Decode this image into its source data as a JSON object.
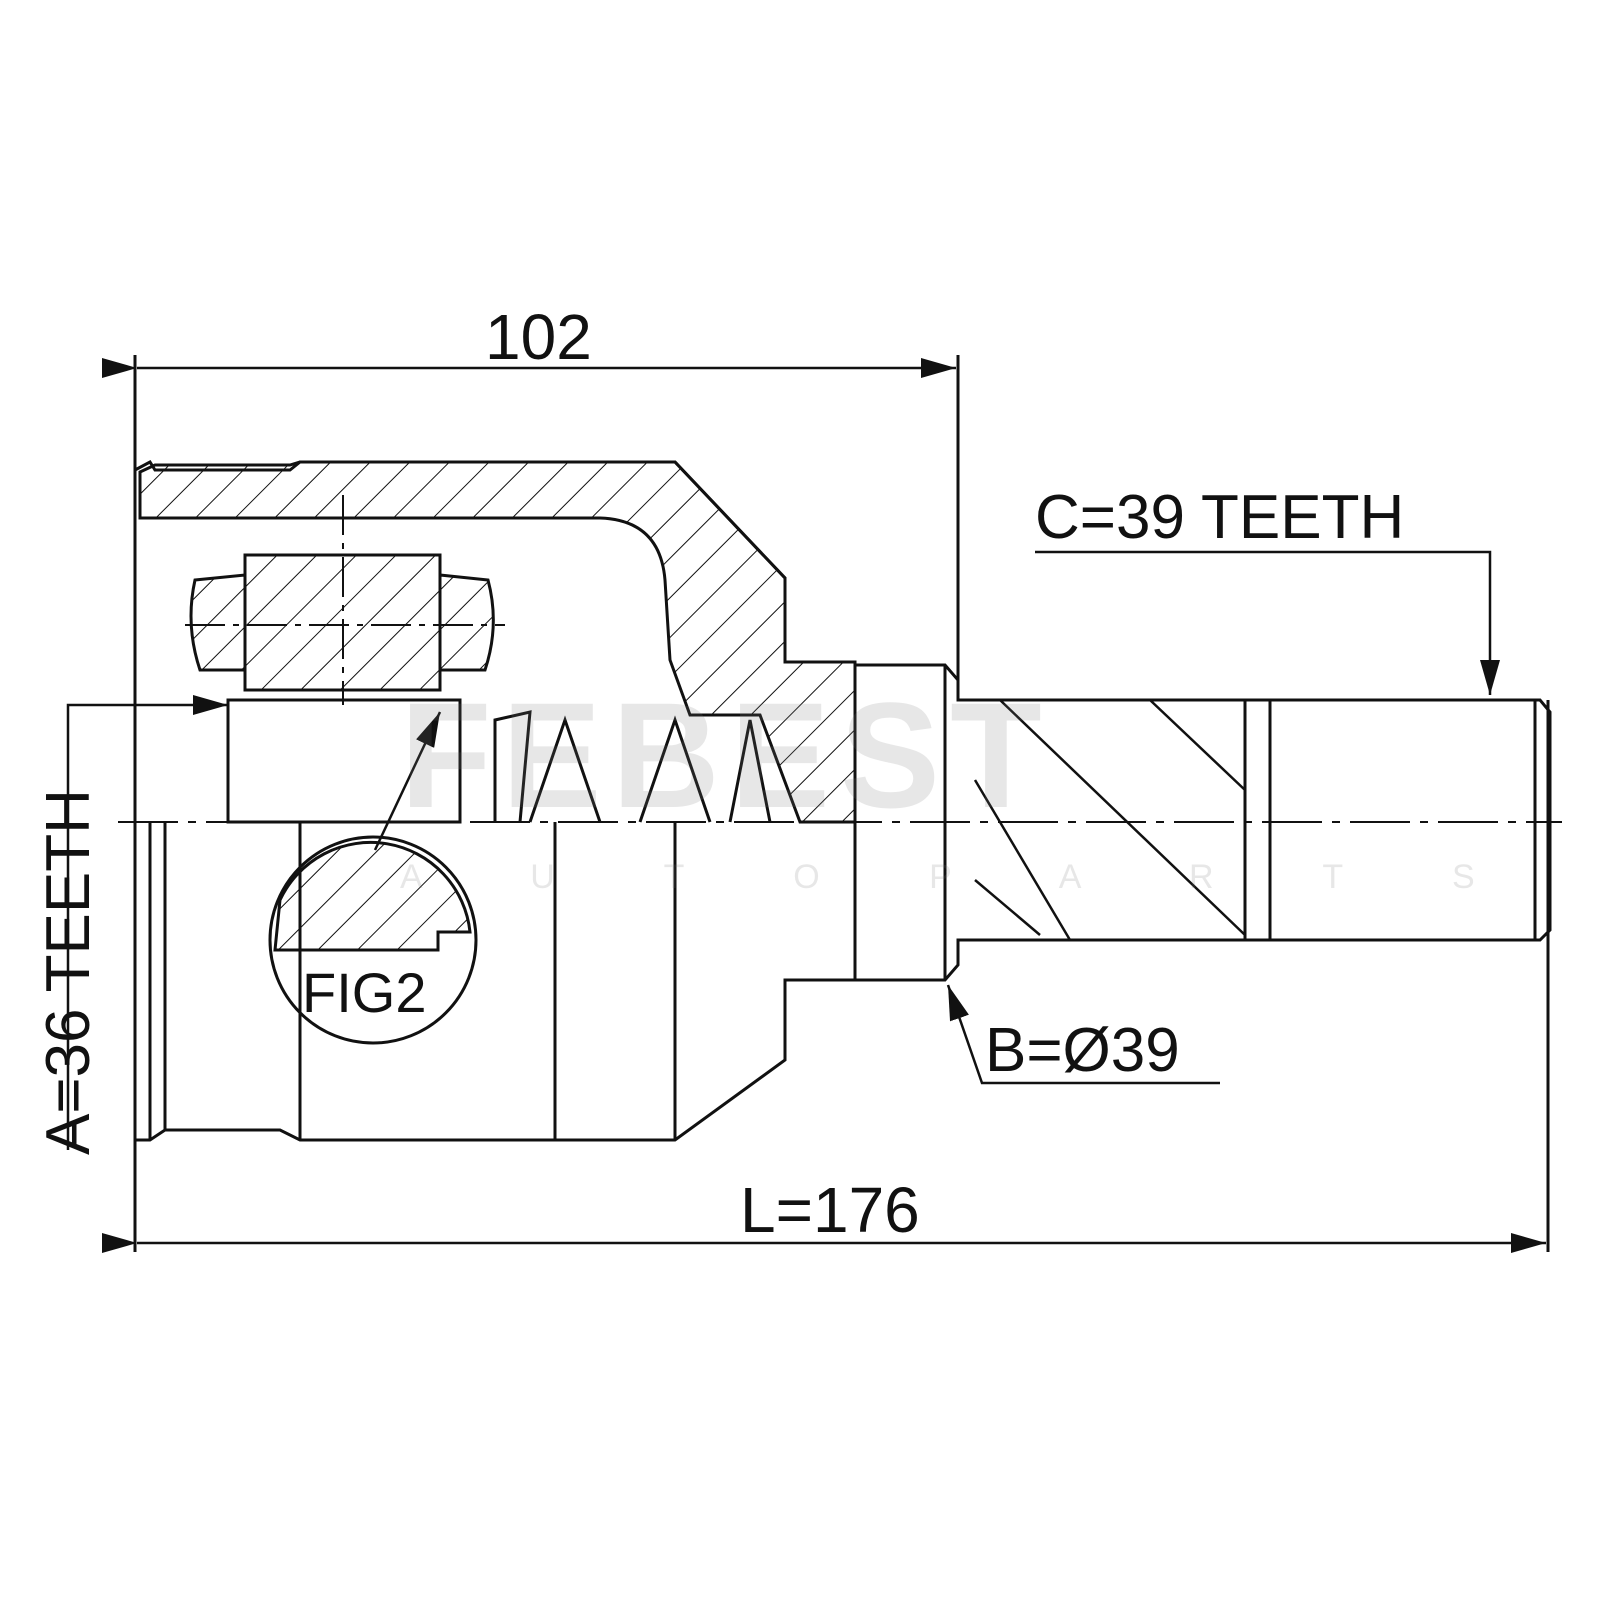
{
  "dimensions": {
    "housing_length": "102",
    "total_length": "L=176",
    "inner_spline": "A=36 TEETH",
    "outer_spline": "C=39 TEETH",
    "seal_diameter": "B=Ø39"
  },
  "detail_label": "FIG2",
  "watermark": {
    "brand": "FEBEST",
    "tagline": "A U T O   P A R T S"
  },
  "colors": {
    "line": "#111111",
    "background": "#ffffff"
  }
}
